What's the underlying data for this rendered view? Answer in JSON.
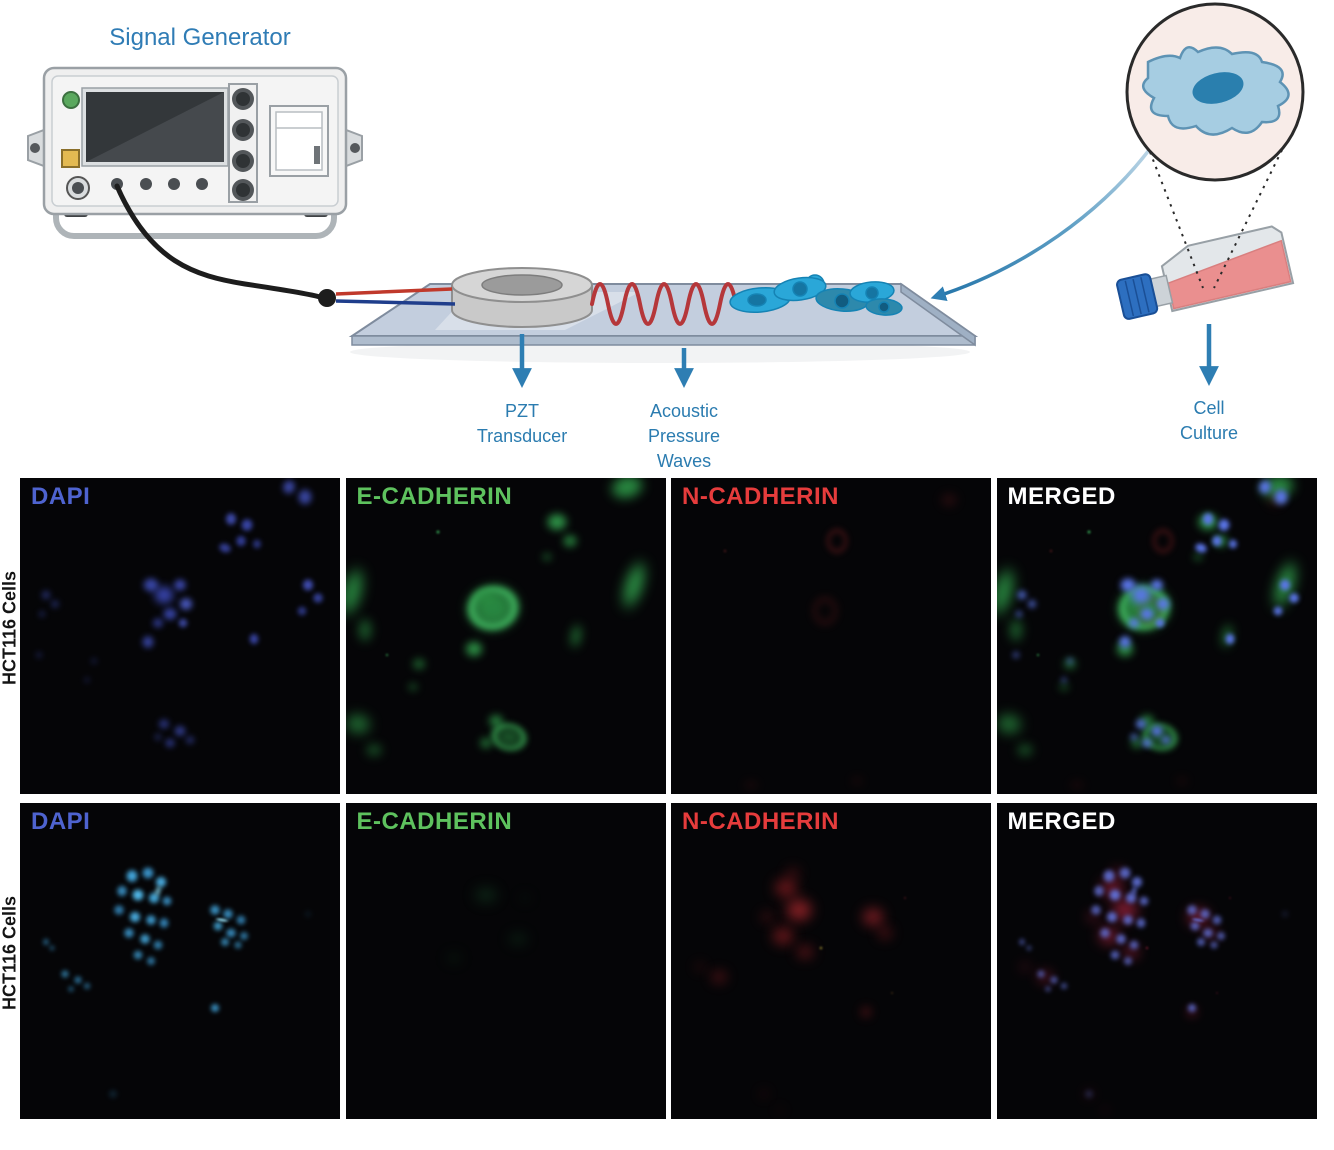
{
  "schematic": {
    "title": "Signal Generator",
    "pzt_label": "PZT\nTransducer",
    "acoustic_label": "Acoustic\nPressure\nWaves",
    "cell_culture_label": "Cell\nCulture",
    "accent_blue": "#2e7eb3",
    "wave_red": "#b5373a",
    "wire_red": "#c0392b",
    "wire_blue": "#1f3e8c",
    "slide_fill": "#c3cede",
    "cell_teal": "#2aa7d8",
    "flask_media_pink": "#ea8f8f",
    "flask_cap_blue": "#2d6fc0",
    "inset_circle_pink": "#f8ece8",
    "inset_cell_blue": "#a6cde2",
    "inset_nucleus_blue": "#2a7fae"
  },
  "microscopy": {
    "row_label": "HCT116 Cells",
    "rows": [
      {
        "panels": [
          {
            "label": "DAPI",
            "color": "#4e63cf",
            "layers": [
              {
                "set": "r1_dapi"
              }
            ]
          },
          {
            "label": "E-CADHERIN",
            "color": "#5ec25e",
            "layers": [
              {
                "set": "r1_green"
              }
            ]
          },
          {
            "label": "N-CADHERIN",
            "color": "#e63c3c",
            "layers": [
              {
                "set": "r1_red"
              }
            ]
          },
          {
            "label": "MERGED",
            "color": "#ffffff",
            "layers": [
              {
                "set": "r1_green"
              },
              {
                "set": "r1_red"
              },
              {
                "set": "r1_dapi",
                "color": "#5b76ea",
                "opacity_mult": 1.35
              }
            ]
          }
        ]
      },
      {
        "panels": [
          {
            "label": "DAPI",
            "color": "#4e63cf",
            "layers": [
              {
                "set": "r2_dapi"
              }
            ]
          },
          {
            "label": "E-CADHERIN",
            "color": "#5ec25e",
            "layers": [
              {
                "set": "r2_green"
              }
            ]
          },
          {
            "label": "N-CADHERIN",
            "color": "#e63c3c",
            "layers": [
              {
                "set": "r2_red"
              }
            ]
          },
          {
            "label": "MERGED",
            "color": "#ffffff",
            "layers": [
              {
                "set": "r2_red",
                "color": "#c22a4a",
                "opacity_mult": 0.9
              },
              {
                "set": "r2_dapi",
                "color": "#6273dc",
                "opacity_mult": 0.95
              }
            ]
          }
        ]
      }
    ],
    "blob_sets": {
      "r1_dapi": [
        [
          84,
          3,
          16,
          18,
          "#4756c8",
          3,
          0.8,
          20,
          0
        ],
        [
          89,
          6,
          18,
          20,
          "#4150b8",
          3,
          0.85,
          0,
          0
        ],
        [
          66,
          13,
          14,
          16,
          "#4b5ad0",
          2,
          0.8,
          0,
          0
        ],
        [
          71,
          15,
          15,
          16,
          "#4150c0",
          2,
          0.85,
          10,
          0
        ],
        [
          69,
          20,
          13,
          14,
          "#3c4ab8",
          2,
          0.8,
          0,
          0
        ],
        [
          64,
          22,
          16,
          12,
          "#4452c4",
          2,
          0.75,
          20,
          0
        ],
        [
          74,
          21,
          11,
          12,
          "#3a48b0",
          2,
          0.7,
          0,
          0
        ],
        [
          41,
          34,
          20,
          18,
          "#4556cc",
          3,
          0.8,
          0,
          0
        ],
        [
          45,
          37,
          26,
          24,
          "#3e4cc0",
          4,
          0.85,
          0,
          0
        ],
        [
          50,
          34,
          16,
          15,
          "#4958d4",
          3,
          0.8,
          0,
          0
        ],
        [
          52,
          40,
          17,
          16,
          "#5466dc",
          3,
          0.85,
          0,
          0
        ],
        [
          47,
          43,
          18,
          16,
          "#4252c8",
          3,
          0.8,
          0,
          0
        ],
        [
          43,
          46,
          14,
          13,
          "#3c4ab8",
          3,
          0.7,
          0,
          0
        ],
        [
          51,
          46,
          12,
          12,
          "#4c5ccf",
          2,
          0.75,
          0,
          0
        ],
        [
          40,
          52,
          15,
          16,
          "#4151c0",
          3,
          0.8,
          0,
          0
        ],
        [
          90,
          34,
          14,
          15,
          "#4b59ce",
          2,
          0.85,
          0,
          0
        ],
        [
          93,
          38,
          13,
          13,
          "#4150bc",
          2,
          0.8,
          0,
          0
        ],
        [
          88,
          42,
          12,
          12,
          "#3c4ab4",
          2,
          0.7,
          0,
          0
        ],
        [
          73,
          51,
          12,
          14,
          "#4453c6",
          2,
          0.8,
          0,
          0
        ],
        [
          8,
          37,
          12,
          12,
          "#36439c",
          3,
          0.6,
          0,
          0
        ],
        [
          11,
          40,
          11,
          11,
          "#323f94",
          3,
          0.55,
          0,
          0
        ],
        [
          7,
          43,
          9,
          9,
          "#2e3a8a",
          3,
          0.5,
          0,
          0
        ],
        [
          6,
          56,
          9,
          9,
          "#2c3884",
          3,
          0.45,
          0,
          0
        ],
        [
          23,
          58,
          9,
          9,
          "#2a3680",
          3,
          0.4,
          0,
          0
        ],
        [
          45,
          78,
          14,
          13,
          "#3a48b0",
          3,
          0.65,
          0,
          0
        ],
        [
          50,
          80,
          15,
          14,
          "#4150bc",
          3,
          0.7,
          0,
          0
        ],
        [
          47,
          84,
          13,
          12,
          "#3c4ab4",
          3,
          0.65,
          0,
          0
        ],
        [
          53,
          83,
          12,
          11,
          "#36439e",
          3,
          0.6,
          0,
          0
        ],
        [
          43,
          82,
          10,
          10,
          "#323f92",
          3,
          0.5,
          0,
          0
        ],
        [
          21,
          64,
          8,
          8,
          "#2c3882",
          3,
          0.4,
          0,
          0
        ]
      ],
      "r1_green": [
        [
          88,
          3,
          42,
          30,
          "#2f9e4a",
          5,
          0.85,
          -15,
          0
        ],
        [
          66,
          14,
          26,
          22,
          "#35aa52",
          4,
          0.85,
          0,
          0
        ],
        [
          70,
          20,
          18,
          16,
          "#2f9e4a",
          4,
          0.8,
          0,
          0
        ],
        [
          63,
          25,
          12,
          10,
          "#2a8f42",
          4,
          0.6,
          0,
          0
        ],
        [
          46,
          41,
          64,
          56,
          "#2e9c4a",
          5,
          0.85,
          -8,
          0
        ],
        [
          46,
          41,
          58,
          50,
          "#46c668",
          3,
          0.9,
          -8,
          1
        ],
        [
          44,
          38,
          28,
          20,
          "#2a8f42",
          4,
          0.7,
          0,
          0
        ],
        [
          40,
          54,
          22,
          20,
          "#34a850",
          4,
          0.85,
          0,
          0
        ],
        [
          2,
          36,
          26,
          62,
          "#2f9e4a",
          6,
          0.8,
          15,
          0
        ],
        [
          6,
          48,
          18,
          30,
          "#2a8f42",
          5,
          0.6,
          0,
          0
        ],
        [
          23,
          59,
          17,
          15,
          "#2c9444",
          4,
          0.6,
          0,
          0
        ],
        [
          21,
          66,
          13,
          11,
          "#28883e",
          4,
          0.5,
          0,
          0
        ],
        [
          4,
          78,
          32,
          26,
          "#2c9444",
          6,
          0.7,
          10,
          0
        ],
        [
          9,
          86,
          20,
          16,
          "#28883e",
          5,
          0.6,
          0,
          0
        ],
        [
          47,
          77,
          18,
          16,
          "#32a44e",
          4,
          0.8,
          0,
          0
        ],
        [
          51,
          82,
          40,
          30,
          "#42bc60",
          3,
          0.85,
          12,
          1
        ],
        [
          51,
          82,
          36,
          26,
          "#2a8f42",
          5,
          0.6,
          12,
          0
        ],
        [
          44,
          84,
          16,
          14,
          "#2f9e4a",
          4,
          0.7,
          0,
          0
        ],
        [
          90,
          34,
          24,
          62,
          "#32a44e",
          6,
          0.85,
          18,
          0
        ],
        [
          72,
          50,
          13,
          30,
          "#2c9444",
          5,
          0.7,
          10,
          0
        ],
        [
          29,
          17,
          4,
          4,
          "#3fbf63",
          1,
          0.9,
          0,
          0
        ],
        [
          13,
          56,
          3,
          3,
          "#3fbf63",
          1,
          0.8,
          0,
          0
        ]
      ],
      "r1_red": [
        [
          52,
          20,
          24,
          28,
          "#8e2326",
          3,
          0.5,
          0,
          1
        ],
        [
          48,
          42,
          28,
          32,
          "#7c1f22",
          4,
          0.4,
          0,
          1
        ],
        [
          87,
          7,
          20,
          16,
          "#701c20",
          5,
          0.35,
          0,
          0
        ],
        [
          25,
          97,
          18,
          8,
          "#6e1b1f",
          5,
          0.3,
          0,
          0
        ],
        [
          58,
          96,
          14,
          8,
          "#6e1b1f",
          5,
          0.3,
          0,
          0
        ],
        [
          17,
          23,
          3,
          3,
          "#a03034",
          1,
          0.6,
          0,
          0
        ]
      ],
      "r2_dapi": [
        [
          35,
          23,
          15,
          16,
          "#46aee6",
          2,
          0.95,
          0,
          0
        ],
        [
          40,
          22,
          15,
          15,
          "#3fa0da",
          2,
          0.9,
          0,
          0
        ],
        [
          44,
          25,
          14,
          14,
          "#4cb4ea",
          2,
          0.95,
          0,
          0
        ],
        [
          32,
          28,
          13,
          14,
          "#3f9ed6",
          2,
          0.85,
          0,
          0
        ],
        [
          37,
          29,
          15,
          15,
          "#52bcee",
          2,
          1,
          0,
          0
        ],
        [
          42,
          30,
          14,
          14,
          "#46aee2",
          2,
          0.95,
          0,
          0
        ],
        [
          46,
          31,
          12,
          12,
          "#3f9ed6",
          2,
          0.85,
          0,
          0
        ],
        [
          31,
          34,
          13,
          13,
          "#3a96d0",
          2,
          0.8,
          0,
          0
        ],
        [
          36,
          36,
          14,
          14,
          "#4cb4ea",
          2,
          0.95,
          0,
          0
        ],
        [
          41,
          37,
          13,
          13,
          "#42a6de",
          2,
          0.9,
          0,
          0
        ],
        [
          45,
          38,
          12,
          13,
          "#3a96d0",
          2,
          0.85,
          0,
          0
        ],
        [
          34,
          41,
          13,
          13,
          "#3f9ed6",
          2,
          0.85,
          0,
          0
        ],
        [
          39,
          43,
          13,
          13,
          "#46aade",
          2,
          0.9,
          0,
          0
        ],
        [
          43,
          45,
          12,
          12,
          "#3a96cc",
          2,
          0.8,
          0,
          0
        ],
        [
          37,
          48,
          12,
          12,
          "#3f9ed2",
          2,
          0.8,
          0,
          0
        ],
        [
          41,
          50,
          11,
          11,
          "#3a96cc",
          2,
          0.75,
          0,
          0
        ],
        [
          43,
          28,
          6,
          14,
          "#8ee0f8",
          2,
          0.9,
          20,
          0
        ],
        [
          61,
          34,
          13,
          13,
          "#42a6de",
          2,
          0.85,
          0,
          0
        ],
        [
          65,
          35,
          13,
          13,
          "#3f9ed6",
          2,
          0.85,
          0,
          0
        ],
        [
          69,
          37,
          12,
          12,
          "#3a96d0",
          2,
          0.8,
          0,
          0
        ],
        [
          62,
          39,
          12,
          12,
          "#46aee2",
          2,
          0.85,
          0,
          0
        ],
        [
          66,
          41,
          13,
          12,
          "#3f9ed6",
          2,
          0.85,
          0,
          0
        ],
        [
          70,
          42,
          11,
          11,
          "#3a96cc",
          2,
          0.75,
          0,
          0
        ],
        [
          64,
          44,
          11,
          11,
          "#3f9ed2",
          2,
          0.8,
          0,
          0
        ],
        [
          68,
          45,
          10,
          10,
          "#3a96c8",
          2,
          0.7,
          0,
          0
        ],
        [
          63,
          37,
          16,
          4,
          "#9ae4fa",
          1,
          0.9,
          10,
          0
        ],
        [
          8,
          44,
          8,
          9,
          "#3a96cc",
          2,
          0.6,
          0,
          0
        ],
        [
          10,
          46,
          7,
          7,
          "#3890c4",
          2,
          0.55,
          0,
          0
        ],
        [
          14,
          54,
          10,
          10,
          "#3f9ed2",
          2,
          0.7,
          0,
          0
        ],
        [
          18,
          56,
          10,
          10,
          "#3a96cc",
          2,
          0.7,
          0,
          0
        ],
        [
          21,
          58,
          9,
          9,
          "#3890c4",
          2,
          0.6,
          0,
          0
        ],
        [
          16,
          59,
          8,
          8,
          "#348cc0",
          2,
          0.55,
          0,
          0
        ],
        [
          61,
          65,
          11,
          11,
          "#42a6de",
          2,
          0.85,
          0,
          0
        ],
        [
          29,
          92,
          8,
          8,
          "#2a6f9c",
          3,
          0.5,
          0,
          0
        ],
        [
          90,
          35,
          6,
          6,
          "#25648c",
          3,
          0.4,
          0,
          0
        ]
      ],
      "r2_green": [
        [
          44,
          29,
          30,
          22,
          "#123a20",
          6,
          0.55,
          0,
          0
        ],
        [
          54,
          43,
          26,
          18,
          "#10341c",
          6,
          0.45,
          0,
          0
        ],
        [
          34,
          49,
          20,
          14,
          "#0e2e18",
          6,
          0.4,
          0,
          0
        ],
        [
          56,
          30,
          14,
          10,
          "#0e2e18",
          6,
          0.35,
          0,
          0
        ]
      ],
      "r2_red": [
        [
          36,
          27,
          30,
          26,
          "#a82328",
          6,
          0.6,
          0,
          0
        ],
        [
          40,
          34,
          34,
          30,
          "#b82a30",
          6,
          0.7,
          0,
          0
        ],
        [
          35,
          42,
          28,
          24,
          "#a82328",
          6,
          0.6,
          0,
          0
        ],
        [
          42,
          47,
          22,
          18,
          "#9c2026",
          6,
          0.55,
          0,
          0
        ],
        [
          38,
          22,
          18,
          14,
          "#8c1c22",
          6,
          0.45,
          0,
          0
        ],
        [
          30,
          36,
          16,
          14,
          "#8c1c22",
          6,
          0.45,
          0,
          0
        ],
        [
          63,
          36,
          28,
          24,
          "#b02830",
          6,
          0.65,
          0,
          0
        ],
        [
          67,
          41,
          18,
          16,
          "#9c2026",
          6,
          0.5,
          0,
          0
        ],
        [
          15,
          55,
          20,
          16,
          "#9c2026",
          6,
          0.5,
          0,
          0
        ],
        [
          9,
          52,
          12,
          10,
          "#8c1c22",
          6,
          0.4,
          0,
          0
        ],
        [
          61,
          66,
          12,
          12,
          "#a82328",
          5,
          0.55,
          0,
          0
        ],
        [
          29,
          92,
          10,
          8,
          "#801a20",
          6,
          0.4,
          0,
          0
        ],
        [
          34,
          97,
          8,
          6,
          "#801a20",
          6,
          0.35,
          0,
          0
        ],
        [
          47,
          46,
          3,
          3,
          "#e8d24a",
          1,
          0.8,
          0,
          0
        ],
        [
          73,
          30,
          2,
          2,
          "#d04048",
          1,
          0.7,
          0,
          0
        ],
        [
          69,
          60,
          2,
          2,
          "#c89040",
          1,
          0.6,
          0,
          0
        ]
      ]
    }
  }
}
